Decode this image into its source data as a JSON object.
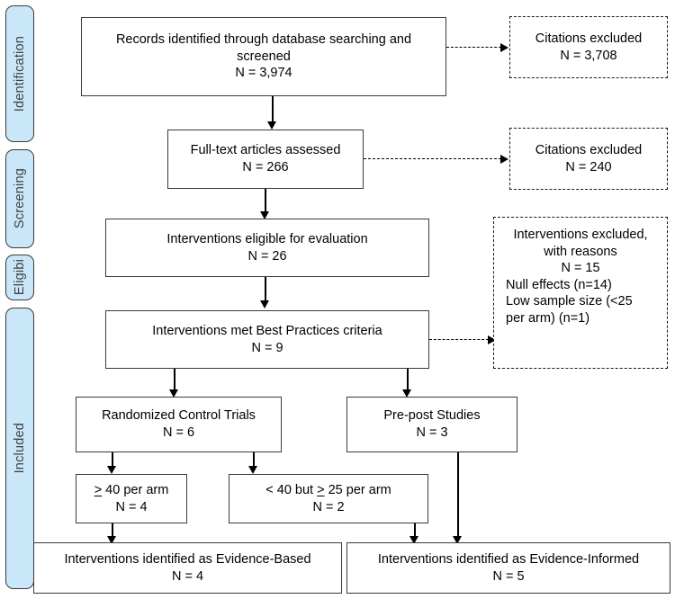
{
  "figure": {
    "type": "prisma-flow-diagram",
    "title": "PRISMA study selection flow diagram"
  },
  "stages": [
    {
      "id": "identification",
      "label": "Identification"
    },
    {
      "id": "screening",
      "label": "Screening"
    },
    {
      "id": "eligibility",
      "label": "Eligibi"
    },
    {
      "id": "included",
      "label": "Included"
    }
  ],
  "flow": {
    "records_identified": {
      "line1": "Records identified through database searching and",
      "line2": "screened",
      "count": "N = 3,974"
    },
    "full_text_assessed": {
      "line1": "Full-text articles assessed",
      "count": "N = 266"
    },
    "interventions_eligible": {
      "line1": "Interventions eligible for evaluation",
      "count": "N = 26"
    },
    "interventions_best_practices": {
      "line1": "Interventions met Best Practices criteria",
      "count": "N = 9"
    },
    "rct": {
      "line1": "Randomized Control Trials",
      "count": "N = 6"
    },
    "prepost": {
      "line1": "Pre-post Studies",
      "count": "N = 3"
    },
    "arm_40_plus": {
      "op": ">",
      "line1": " 40 per arm",
      "count": "N = 4"
    },
    "arm_25_to_40": {
      "pre": "< 40 but ",
      "op": ">",
      "post": " 25 per arm",
      "count": "N = 2"
    },
    "evidence_based": {
      "line1": "Interventions identified as Evidence-Based",
      "count": "N = 4"
    },
    "evidence_informed": {
      "line1": "Interventions identified as Evidence-Informed",
      "count": "N = 5"
    }
  },
  "excluded": {
    "citations_excluded_1": {
      "line1": "Citations excluded",
      "count": "N = 3,708"
    },
    "citations_excluded_2": {
      "line1": "Citations excluded",
      "count": "N = 240"
    },
    "interventions_excluded": {
      "line1": "Interventions excluded,",
      "line2": "with reasons",
      "count": "N = 15",
      "reason1": "Null effects (n=14)",
      "reason2": "Low sample size (<25",
      "reason3": "per arm) (n=1)"
    }
  },
  "colors": {
    "stage_fill": "#c9e7f9",
    "stage_border": "#3b3b3b",
    "box_border": "#3a3a3a",
    "connector": "#000000",
    "background": "#ffffff"
  }
}
